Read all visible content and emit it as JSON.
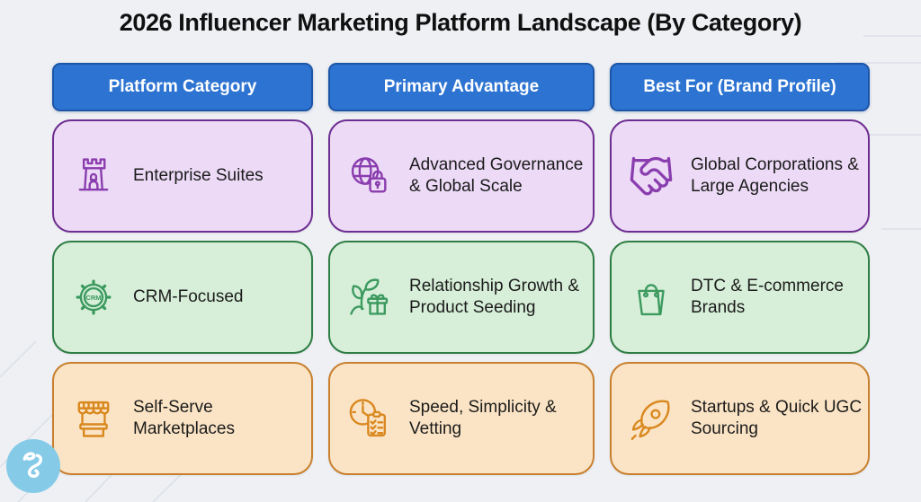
{
  "title": "2026 Influencer Marketing Platform Landscape (By Category)",
  "header": {
    "columns": [
      "Platform Category",
      "Primary Advantage",
      "Best For (Brand Profile)"
    ]
  },
  "rows": [
    {
      "theme": "purple",
      "cells": [
        {
          "icon": "castle-tower-icon",
          "text": "Enterprise Suites"
        },
        {
          "icon": "globe-lock-icon",
          "text": "Advanced Governance & Global Scale"
        },
        {
          "icon": "handshake-icon",
          "text": "Global Corporations & Large Agencies"
        }
      ]
    },
    {
      "theme": "green",
      "cells": [
        {
          "icon": "crm-gear-icon",
          "text": "CRM-Focused"
        },
        {
          "icon": "plant-gift-icon",
          "text": "Relationship Growth & Product Seeding"
        },
        {
          "icon": "shopping-bag-icon",
          "text": "DTC & E-commerce Brands"
        }
      ]
    },
    {
      "theme": "orange",
      "cells": [
        {
          "icon": "market-stall-icon",
          "text": "Self-Serve Marketplaces"
        },
        {
          "icon": "clock-checklist-icon",
          "text": "Speed, Simplicity & Vetting"
        },
        {
          "icon": "rocket-icon",
          "text": "Startups & Quick UGC Sourcing"
        }
      ]
    }
  ],
  "crm_label": "CRM",
  "colors": {
    "background": "#eef0f4",
    "title_text": "#101010",
    "header_fill": "#2d74d2",
    "header_border": "#1c55a8",
    "header_text": "#ffffff",
    "purple_fill": "#ecdaf6",
    "purple_border": "#6e2e91",
    "purple_icon": "#8a3dae",
    "green_fill": "#d7efd9",
    "green_border": "#2e7d44",
    "green_icon": "#3c9a5f",
    "orange_fill": "#fbe4c5",
    "orange_border": "#c8802e",
    "orange_icon": "#d9881f",
    "logo_circle": "#85cbe8",
    "bottom_bar": "#1e2a4e",
    "cell_text": "#1b1b1b"
  }
}
